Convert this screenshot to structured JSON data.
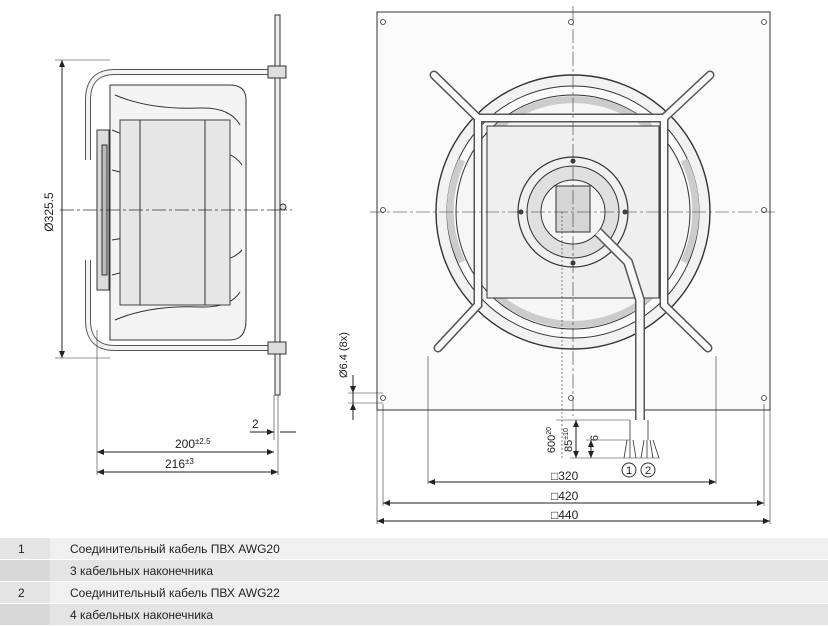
{
  "dimensions": {
    "diameter": "Ø325.5",
    "depth_200": "200",
    "depth_200_tol": "±2.5",
    "depth_216": "216",
    "depth_216_tol": "±3",
    "flange": "2",
    "hole": "Ø6.4 (8x)",
    "cable_600": "600",
    "cable_600_tol": "20",
    "cable_85": "85",
    "cable_85_tol": "±10",
    "cable_6": "6",
    "sq_320": "□320",
    "sq_420": "□420",
    "sq_440": "□440",
    "marker_1": "1",
    "marker_2": "2"
  },
  "legend": [
    {
      "num": "1",
      "text": "Соединительный кабель ПВХ AWG20"
    },
    {
      "num": "",
      "text": "3 кабельных наконечника"
    },
    {
      "num": "2",
      "text": "Соединительный кабель ПВХ AWG22"
    },
    {
      "num": "",
      "text": "4 кабельных наконечника"
    }
  ]
}
